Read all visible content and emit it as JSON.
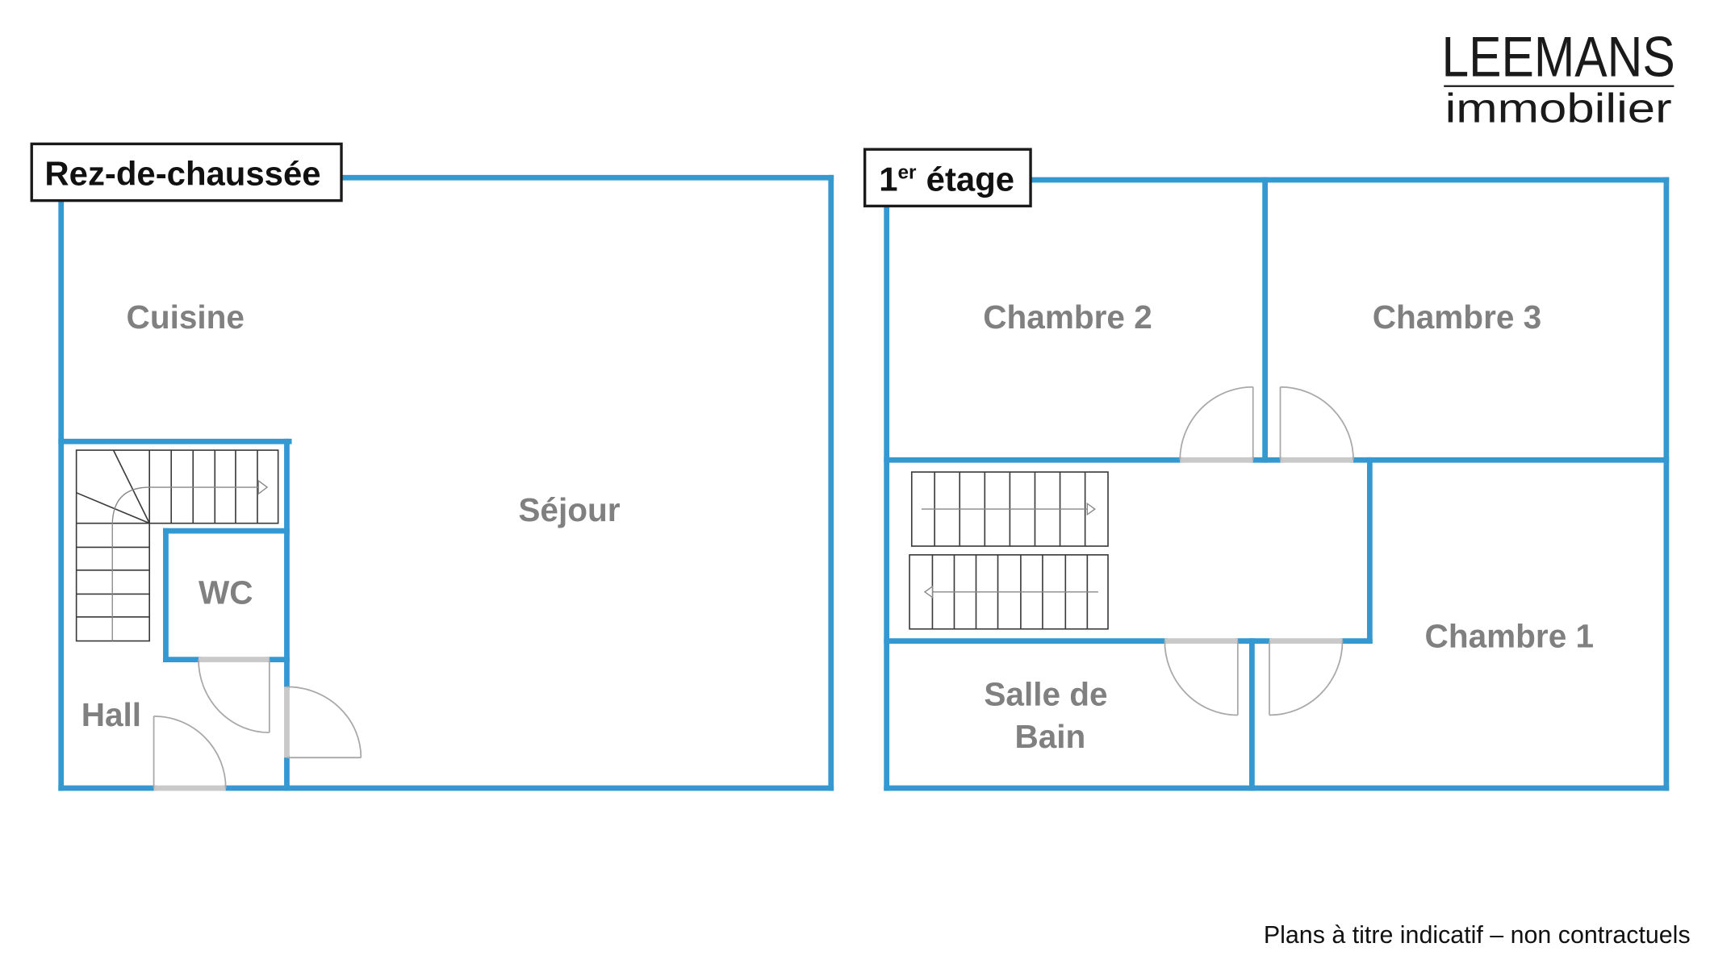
{
  "logo": {
    "brand": "LEEMANS",
    "tagline": "immobilier"
  },
  "floors": {
    "ground": {
      "label": "Rez-de-chaussée",
      "rooms": {
        "kitchen": "Cuisine",
        "living": "Séjour",
        "wc": "WC",
        "hall": "Hall"
      }
    },
    "first": {
      "label_number": "1",
      "label_sup": "er",
      "label_text": "étage",
      "rooms": {
        "bedroom2": "Chambre 2",
        "bedroom3": "Chambre 3",
        "bedroom1": "Chambre 1",
        "bathroom_line1": "Salle de",
        "bathroom_line2": "Bain"
      }
    }
  },
  "footer": {
    "disclaimer": "Plans à titre indicatif – non contractuels"
  },
  "colors": {
    "wall": "#3498d1",
    "room_label": "#808080",
    "door": "#a8a8a8"
  }
}
